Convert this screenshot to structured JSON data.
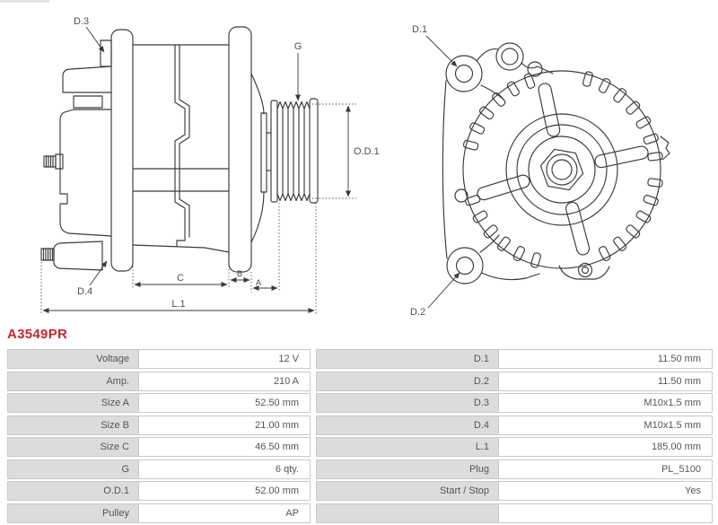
{
  "page": {
    "title": "A3549PR"
  },
  "diagram": {
    "left_view": {
      "d3": "D.3",
      "d4": "D.4",
      "g": "G",
      "od1": "O.D.1",
      "c": "C",
      "b": "B",
      "a": "A",
      "l1": "L.1"
    },
    "right_view": {
      "d1": "D.1",
      "d2": "D.2"
    }
  },
  "table": {
    "left": [
      {
        "label": "Voltage",
        "value": "12 V"
      },
      {
        "label": "Amp.",
        "value": "210 A"
      },
      {
        "label": "Size A",
        "value": "52.50 mm"
      },
      {
        "label": "Size B",
        "value": "21.00 mm"
      },
      {
        "label": "Size C",
        "value": "46.50 mm"
      },
      {
        "label": "G",
        "value": "6 qty."
      },
      {
        "label": "O.D.1",
        "value": "52.00 mm"
      },
      {
        "label": "Pulley",
        "value": "AP"
      }
    ],
    "right": [
      {
        "label": "D.1",
        "value": "11.50 mm"
      },
      {
        "label": "D.2",
        "value": "11.50 mm"
      },
      {
        "label": "D.3",
        "value": "M10x1.5 mm"
      },
      {
        "label": "D.4",
        "value": "M10x1.5 mm"
      },
      {
        "label": "L.1",
        "value": "185.00 mm"
      },
      {
        "label": "Plug",
        "value": "PL_5100"
      },
      {
        "label": "Start / Stop",
        "value": "Yes"
      },
      {
        "label": "",
        "value": ""
      }
    ]
  },
  "colors": {
    "accent_red": "#c4272e",
    "line": "#3a3a3a",
    "label_cell_bg": "#dcdcdc",
    "cell_border": "#c9c9c9"
  }
}
